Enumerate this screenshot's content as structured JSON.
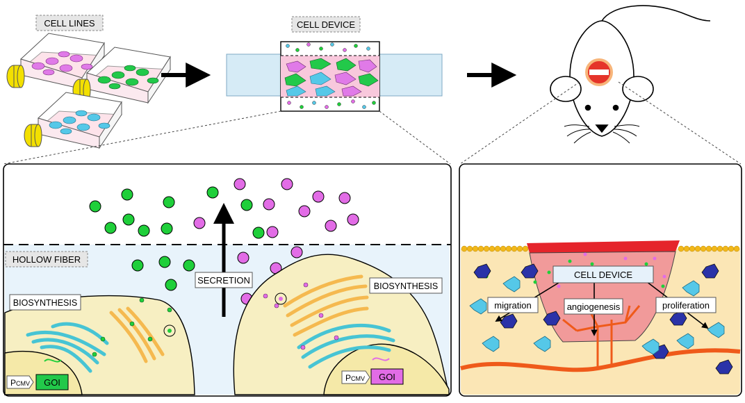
{
  "labels": {
    "cell_lines": "CELL LINES",
    "cell_device_top": "CELL DEVICE",
    "hollow_fiber": "HOLLOW FIBER",
    "secretion": "SECRETION",
    "biosynthesis_left": "BIOSYNTHESIS",
    "biosynthesis_right": "BIOSYNTHESIS",
    "promoter_left_p": "P",
    "promoter_left_sub": "CMV",
    "goi_left": "GOI",
    "promoter_right_p": "P",
    "promoter_right_sub": "CMV",
    "goi_right": "GOI",
    "cell_device_implant": "CELL DEVICE",
    "migration": "migration",
    "angiogenesis": "angiogenesis",
    "proliferation": "proliferation"
  },
  "colors": {
    "pink_cell": "#e07ae8",
    "green_cell": "#22c94a",
    "blue_cell": "#55c8e8",
    "green_particle": "#1fcf3a",
    "magenta_particle": "#e26ce6",
    "golgi_orange": "#f5b94f",
    "er_cyan": "#47c4d4",
    "tissue": "#fbe6b5",
    "skin_red": "#e5242b",
    "fat_yellow": "#f2b81a",
    "vessel": "#ef5a1a",
    "immune_blue": "#2a32a8"
  },
  "icons": [
    "flask-icon",
    "right-arrow-icon",
    "mouse-icon",
    "implant-icon",
    "secretion-arrow-icon"
  ]
}
